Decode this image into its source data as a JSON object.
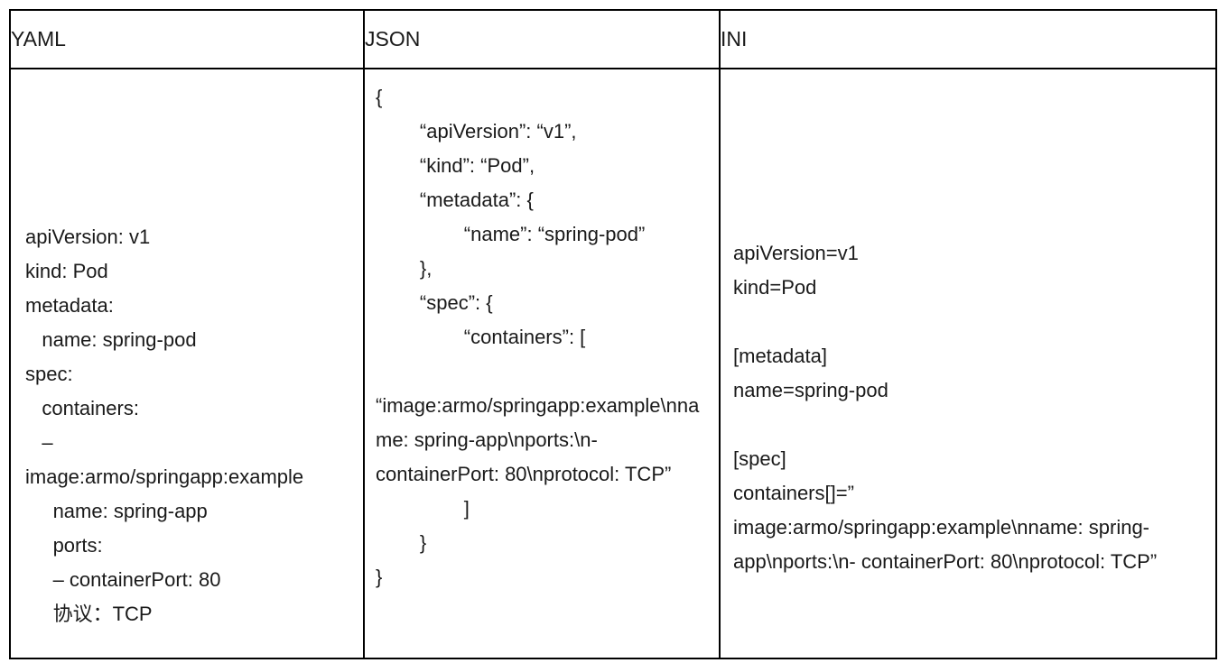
{
  "table": {
    "columns": [
      {
        "id": "yaml",
        "header": "YAML",
        "content": "apiVersion: v1\nkind: Pod\nmetadata:\n   name: spring-pod\nspec:\n   containers:\n   –\nimage:armo/springapp:example\n     name: spring-app\n     ports:\n     – containerPort: 80\n     协议：TCP"
      },
      {
        "id": "json",
        "header": "JSON",
        "content": "{\n        “apiVersion”: “v1”,\n        “kind”: “Pod”,\n        “metadata”: {\n                “name”: “spring-pod”\n        },\n        “spec”: {\n                “containers”: [\n\n“image:armo/springapp:example\\nname: spring-app\\nports:\\n- containerPort: 80\\nprotocol: TCP”\n                ]\n        }\n}"
      },
      {
        "id": "ini",
        "header": "INI",
        "content": "apiVersion=v1\nkind=Pod\n\n[metadata]\nname=spring-pod\n\n[spec]\ncontainers[]=”\nimage:armo/springapp:example\\nname: spring-app\\nports:\\n- containerPort: 80\\nprotocol: TCP”"
      }
    ],
    "border_color": "#000000",
    "text_color": "#1a1a1a",
    "background_color": "#ffffff"
  }
}
